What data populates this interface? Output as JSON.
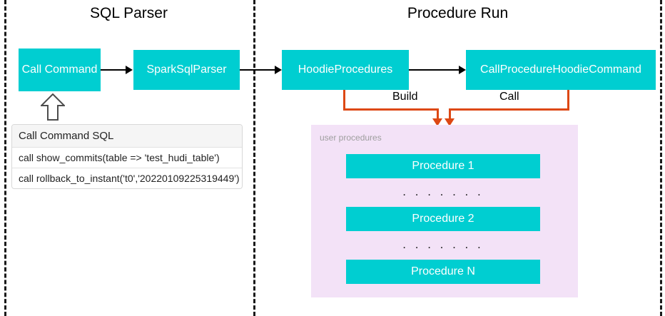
{
  "sections": [
    {
      "id": "sql-parser",
      "title": "SQL Parser"
    },
    {
      "id": "procedure-run",
      "title": "Procedure Run"
    }
  ],
  "nodes": {
    "call_command": "Call Command",
    "spark_sql_parser": "SparkSqlParser",
    "hoodie_procedures": "HoodieProcedures",
    "call_procedure_hoodie_command": "CallProcedureHoodieCommand"
  },
  "connectors": {
    "build_label": "Build",
    "call_label": "Call"
  },
  "sql_table": {
    "header": "Call Command SQL",
    "rows": [
      "call show_commits(table => 'test_hudi_table')",
      "call rollback_to_instant('t0','20220109225319449')"
    ]
  },
  "procedures_panel": {
    "label": "user procedures",
    "items": [
      "Procedure 1",
      "Procedure 2",
      "Procedure N"
    ],
    "ellipsis": ". . . . . . ."
  },
  "colors": {
    "node_fill": "#00CED1",
    "node_text": "#FFFFFF",
    "panel_fill": "#F3E2F7",
    "connector_orange": "#DD4814",
    "arrow_black": "#000000",
    "divider": "#1A1A1A",
    "table_header_fill": "#F5F5F5"
  }
}
